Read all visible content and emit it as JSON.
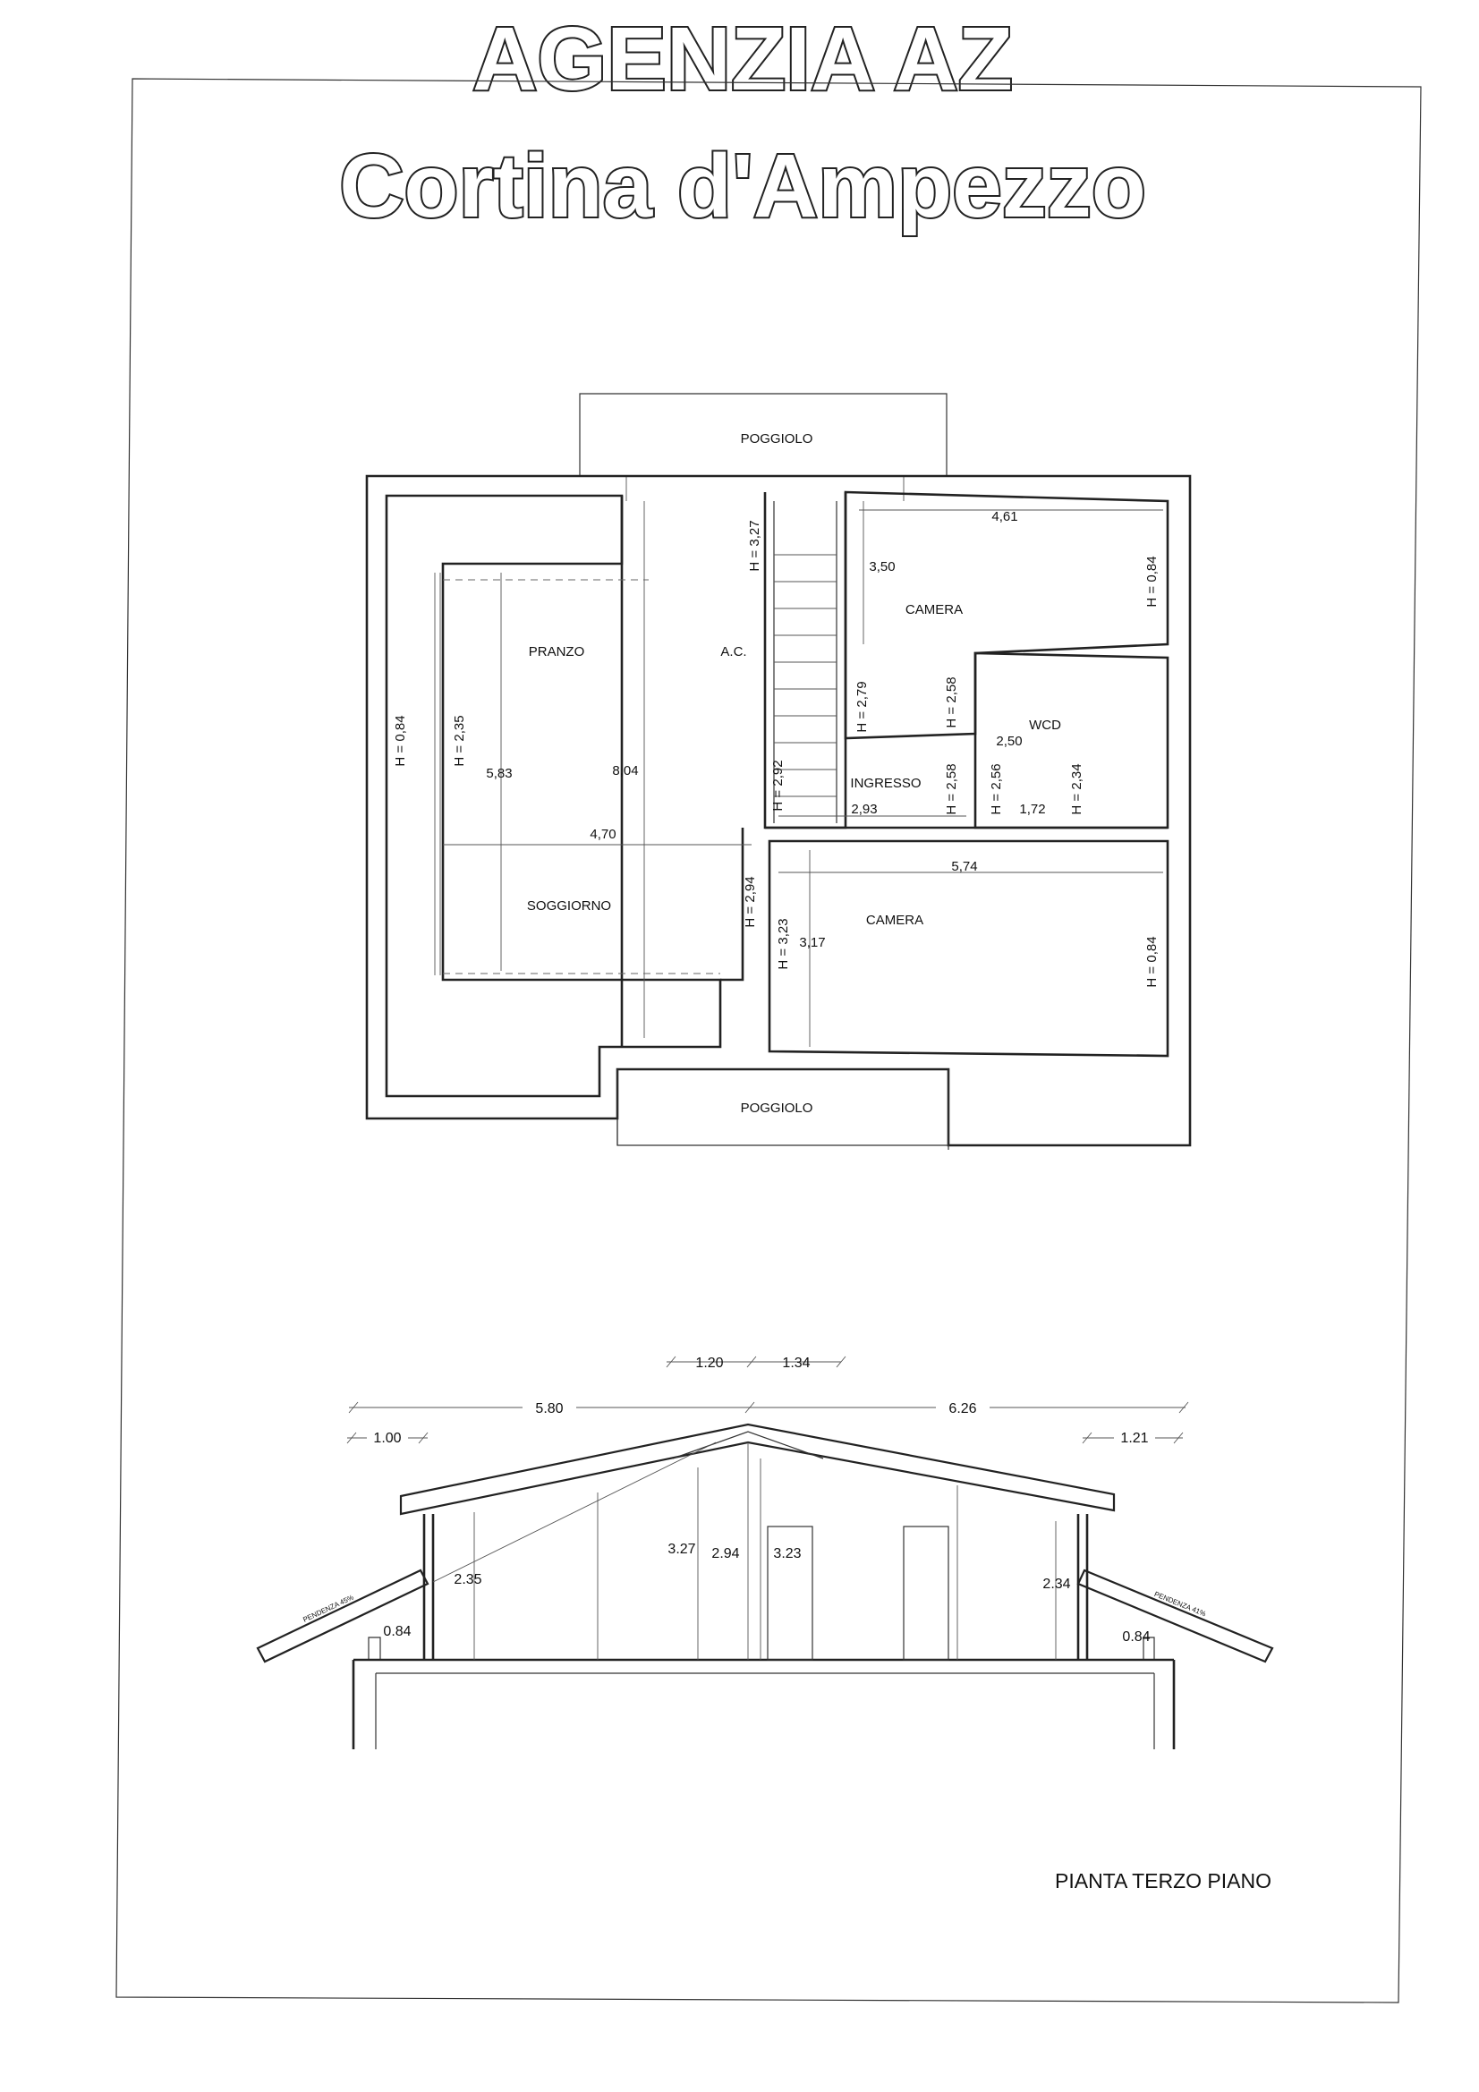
{
  "header": {
    "line1": "AGENZIA AZ",
    "line2": "Cortina d'Ampezzo"
  },
  "plan": {
    "rooms": {
      "poggiolo_top": "POGGIOLO",
      "poggiolo_bottom": "POGGIOLO",
      "camera_top": "CAMERA",
      "camera_bottom": "CAMERA",
      "pranzo": "PRANZO",
      "soggiorno": "SOGGIORNO",
      "ac": "A.C.",
      "ingresso": "INGRESSO",
      "wcd": "WCD"
    },
    "dimensions": {
      "camera_top_width": "4,61",
      "camera_top_depth": "3,50",
      "pranzo_depth": "5,83",
      "living_length": "8,04",
      "living_width": "4,70",
      "ingresso_width": "2,93",
      "wcd_depth": "2,50",
      "wcd_width": "1,72",
      "camera_bottom_width": "5,74",
      "camera_bottom_depth": "3,17"
    },
    "heights": {
      "h_left_outer": "H = 0,84",
      "h_left_inner": "H = 2,35",
      "h_327": "H = 3,27",
      "h_279": "H = 2,79",
      "h_258a": "H = 2,58",
      "h_292": "H = 2,92",
      "h_258b": "H = 2,58",
      "h_256": "H = 2,56",
      "h_234": "H = 2,34",
      "h_camera_top": "H = 0,84",
      "h_294": "H = 2,94",
      "h_323": "H = 3,23",
      "h_camera_bottom": "H = 0,84"
    }
  },
  "section": {
    "dims": {
      "top_left": "1.20",
      "top_right": "1.34",
      "span_left": "5.80",
      "span_right": "6.26",
      "eave_left": "1.00",
      "eave_right": "1.21",
      "h_327": "3.27",
      "h_294": "2.94",
      "h_323": "3.23",
      "h_235": "2.35",
      "h_234": "2.34",
      "h_084_left": "0.84",
      "h_084_right": "0.84"
    },
    "slope_left": "PENDENZA 45%",
    "slope_right": "PENDENZA 41%"
  },
  "footer": {
    "title": "PIANTA TERZO PIANO"
  }
}
